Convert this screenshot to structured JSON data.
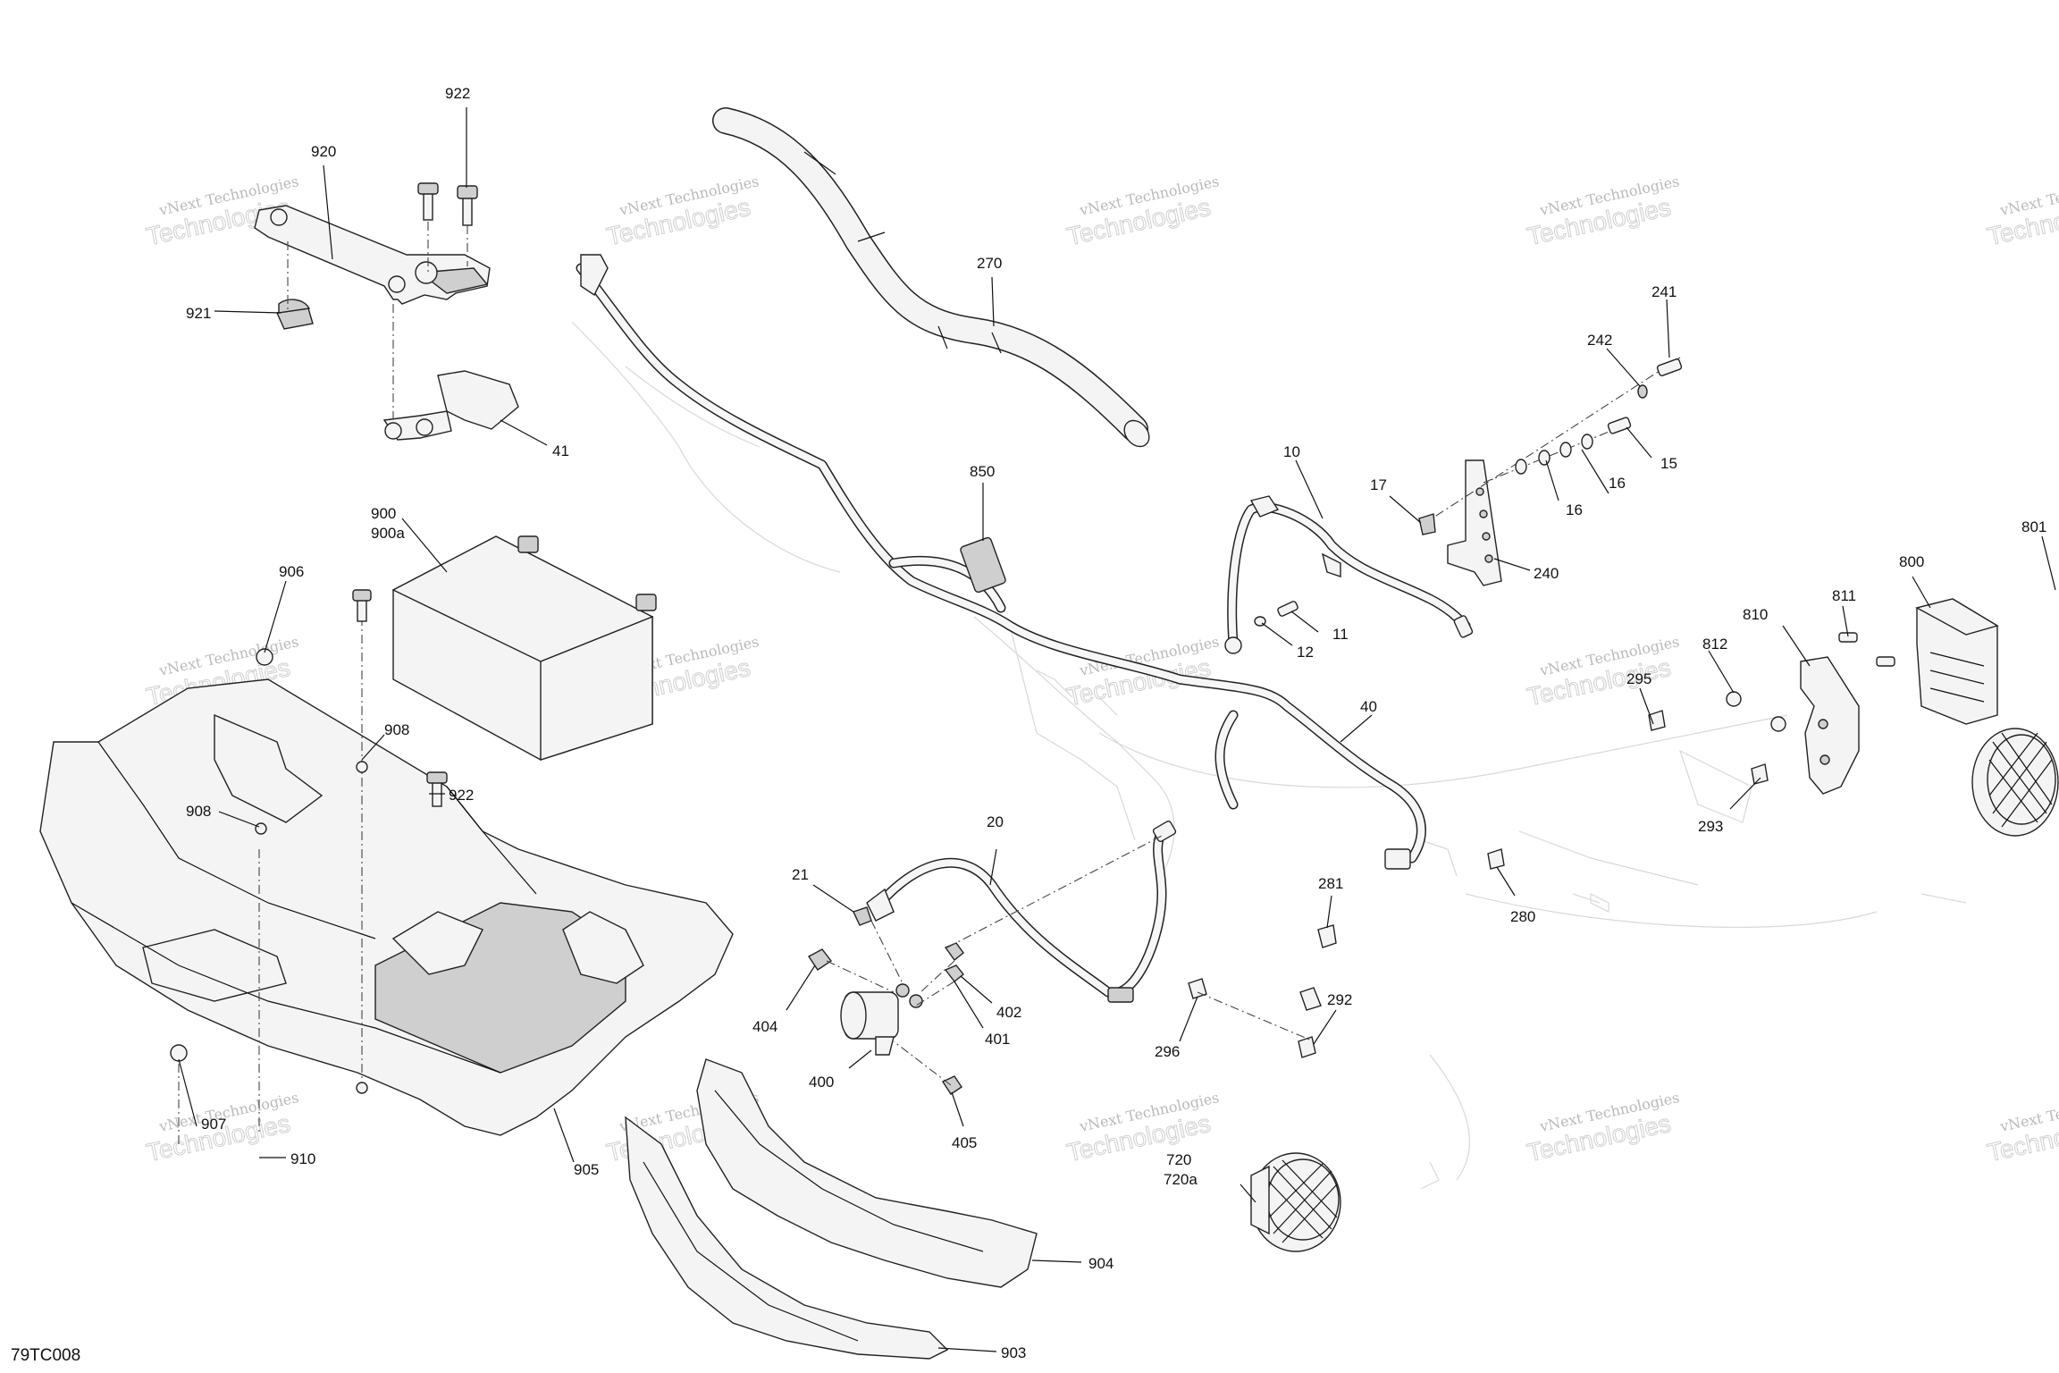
{
  "diagram": {
    "code": "79TC008",
    "watermark": {
      "line1": "vNext Technologies",
      "line2": "Technologies"
    },
    "callouts": [
      {
        "id": "c922a",
        "text": "922"
      },
      {
        "id": "c920",
        "text": "920"
      },
      {
        "id": "c921",
        "text": "921"
      },
      {
        "id": "c41",
        "text": "41"
      },
      {
        "id": "c270",
        "text": "270"
      },
      {
        "id": "c850",
        "text": "850"
      },
      {
        "id": "c900",
        "text": "900"
      },
      {
        "id": "c900a",
        "text": "900a"
      },
      {
        "id": "c906",
        "text": "906"
      },
      {
        "id": "c908a",
        "text": "908"
      },
      {
        "id": "c908b",
        "text": "908"
      },
      {
        "id": "c922b",
        "text": "922"
      },
      {
        "id": "c907",
        "text": "907"
      },
      {
        "id": "c910",
        "text": "910"
      },
      {
        "id": "c905",
        "text": "905"
      },
      {
        "id": "c904",
        "text": "904"
      },
      {
        "id": "c903",
        "text": "903"
      },
      {
        "id": "c10",
        "text": "10"
      },
      {
        "id": "c17",
        "text": "17"
      },
      {
        "id": "c241",
        "text": "241"
      },
      {
        "id": "c242",
        "text": "242"
      },
      {
        "id": "c15",
        "text": "15"
      },
      {
        "id": "c16a",
        "text": "16"
      },
      {
        "id": "c16b",
        "text": "16"
      },
      {
        "id": "c240",
        "text": "240"
      },
      {
        "id": "c11",
        "text": "11"
      },
      {
        "id": "c12",
        "text": "12"
      },
      {
        "id": "c40",
        "text": "40"
      },
      {
        "id": "c20",
        "text": "20"
      },
      {
        "id": "c21",
        "text": "21"
      },
      {
        "id": "c404",
        "text": "404"
      },
      {
        "id": "c402",
        "text": "402"
      },
      {
        "id": "c401",
        "text": "401"
      },
      {
        "id": "c400",
        "text": "400"
      },
      {
        "id": "c405",
        "text": "405"
      },
      {
        "id": "c281",
        "text": "281"
      },
      {
        "id": "c292",
        "text": "292"
      },
      {
        "id": "c296",
        "text": "296"
      },
      {
        "id": "c720",
        "text": "720"
      },
      {
        "id": "c720a",
        "text": "720a"
      },
      {
        "id": "c280",
        "text": "280"
      },
      {
        "id": "c295",
        "text": "295"
      },
      {
        "id": "c812",
        "text": "812"
      },
      {
        "id": "c810",
        "text": "810"
      },
      {
        "id": "c811",
        "text": "811"
      },
      {
        "id": "c800",
        "text": "800"
      },
      {
        "id": "c801",
        "text": "801"
      },
      {
        "id": "c293",
        "text": "293"
      }
    ]
  }
}
